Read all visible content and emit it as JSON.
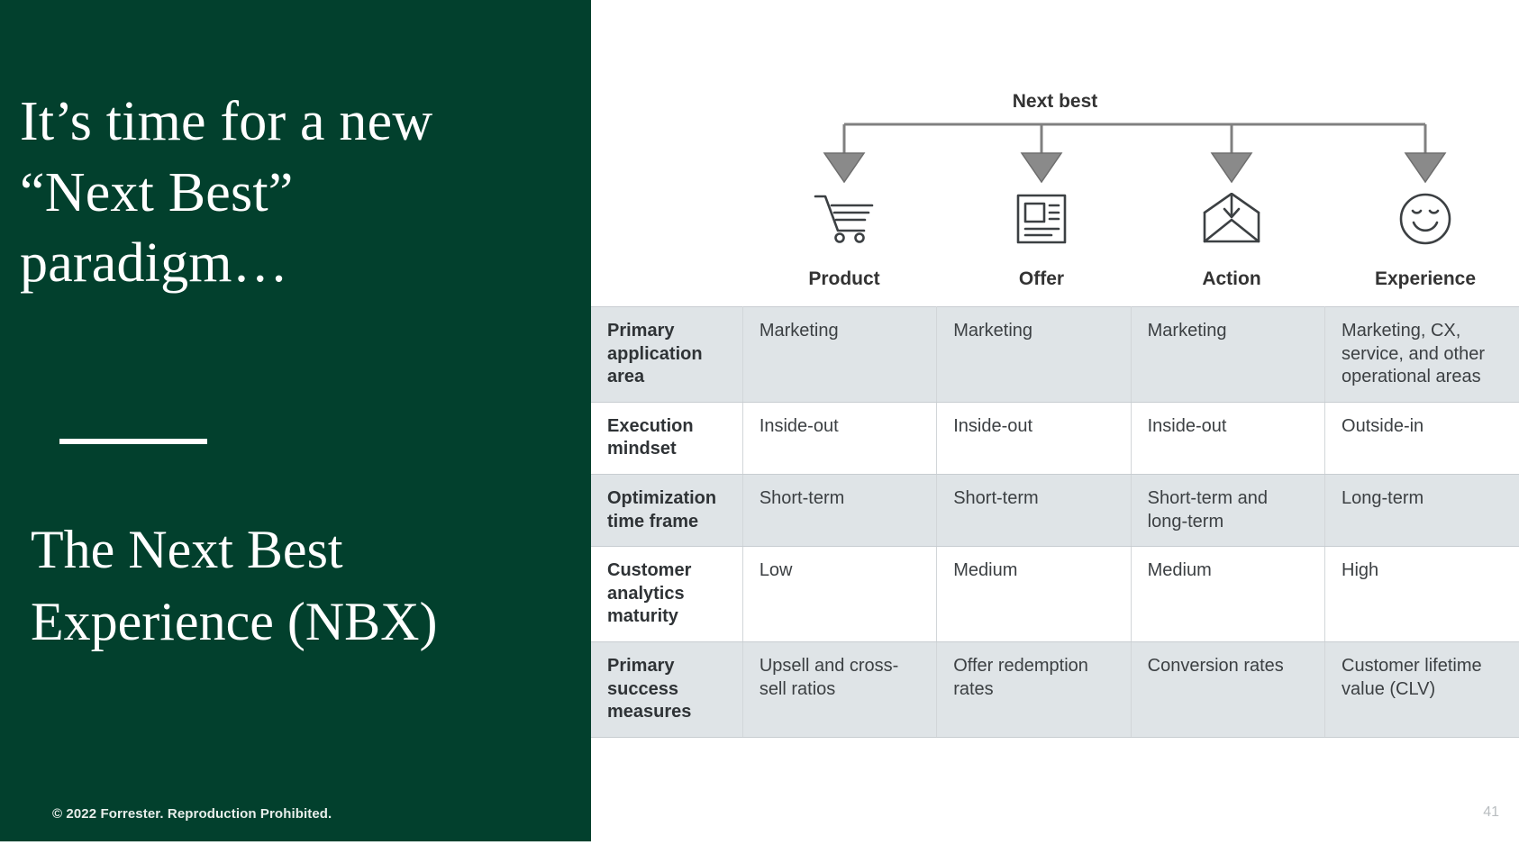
{
  "theme": {
    "brand_green": "#02402d",
    "shaded_row": "#dfe4e7",
    "text_dark": "#3c4043",
    "diagram_gray": "#808080"
  },
  "left_panel": {
    "headline": "It’s time for a new “Next Best” paradigm…",
    "subhead": "The Next Best Experience (NBX)",
    "copyright": "© 2022 Forrester. Reproduction Prohibited."
  },
  "page_number": "41",
  "diagram": {
    "title": "Next best",
    "columns": [
      {
        "label": "Product",
        "icon": "shopping-cart-icon"
      },
      {
        "label": "Offer",
        "icon": "document-article-icon"
      },
      {
        "label": "Action",
        "icon": "open-envelope-arrow-icon"
      },
      {
        "label": "Experience",
        "icon": "smiley-face-icon"
      }
    ]
  },
  "matrix": {
    "rows": [
      {
        "label": "Primary application area",
        "shaded": true,
        "cells": [
          "Marketing",
          "Marketing",
          "Marketing",
          "Marketing, CX, service, and other operational areas"
        ]
      },
      {
        "label": "Execution mindset",
        "shaded": false,
        "cells": [
          "Inside-out",
          "Inside-out",
          "Inside-out",
          "Outside-in"
        ]
      },
      {
        "label": "Optimization time frame",
        "shaded": true,
        "cells": [
          "Short-term",
          "Short-term",
          "Short-term and long-term",
          "Long-term"
        ]
      },
      {
        "label": "Customer analytics maturity",
        "shaded": false,
        "cells": [
          "Low",
          "Medium",
          "Medium",
          "High"
        ]
      },
      {
        "label": "Primary success measures",
        "shaded": true,
        "cells": [
          "Upsell and cross-sell ratios",
          "Offer redemption rates",
          "Conversion rates",
          "Customer lifetime value (CLV)"
        ]
      }
    ]
  }
}
